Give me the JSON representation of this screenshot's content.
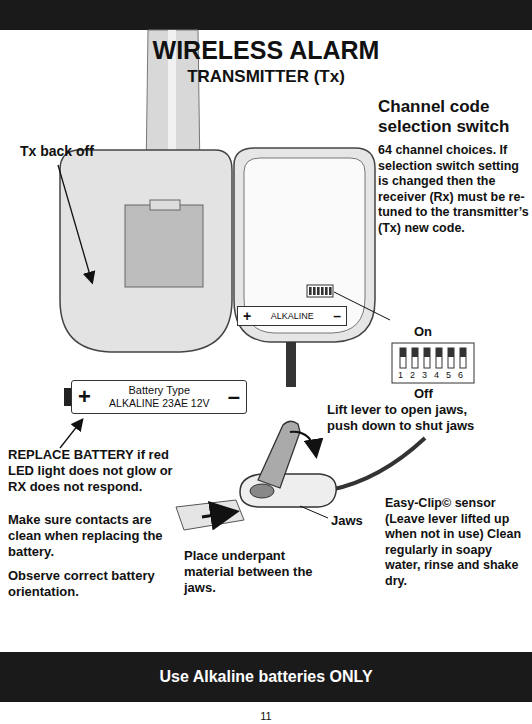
{
  "diagram": {
    "title": "WIRELESS ALARM",
    "nodes": [
      {
        "text": [
          "+",
          "ALKALINE",
          "–"
        ]
      },
      {
        "text": [
          "+",
          "Battery Type",
          "ALKALINE 23AE 12V",
          "–"
        ]
      },
      {
        "text": [
          "Use Alkaline batteries ONLY"
        ]
      }
    ],
    "labels": [
      "TRANSMITTER (Tx)",
      "Tx back off",
      "Channel code selection switch",
      "64 channel choices. If selection switch setting is changed then the receiver (Rx) must be re-tuned to the transmitter’s (Tx) new code.",
      "On",
      "1",
      "2",
      "3",
      "4",
      "5",
      "6",
      "Off",
      "REPLACE BATTERY if red LED light does not glow or RX does not respond.",
      "Make sure contacts are clean when replacing the battery.",
      "Observe correct battery orientation.",
      "Lift lever to open jaws, push down to shut jaws",
      "Jaws",
      "Easy-Clip© sensor (Leave lever lifted up when not in use) Clean regularly in soapy water, rinse and shake dry.",
      "Place underpant material between the jaws.",
      "11"
    ]
  }
}
